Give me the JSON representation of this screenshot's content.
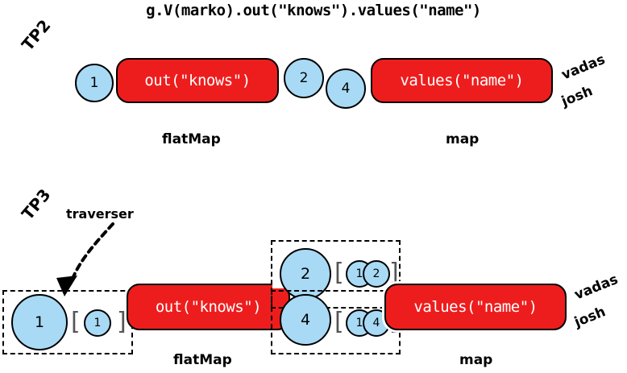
{
  "title": "g.V(marko).out(\"knows\").values(\"name\")",
  "rows": [
    {
      "id": "tp2",
      "version_label": "TP2",
      "steps": [
        {
          "label": "out(\"knows\")",
          "kind_label": "flatMap"
        },
        {
          "label": "values(\"name\")",
          "kind_label": "map"
        }
      ],
      "objects": [
        {
          "value": "1",
          "position": "input"
        },
        {
          "value": "2",
          "position": "between-upper"
        },
        {
          "value": "4",
          "position": "between-lower"
        }
      ],
      "results": [
        "vadas",
        "josh"
      ]
    },
    {
      "id": "tp3",
      "version_label": "TP3",
      "annotation": "traverser",
      "steps": [
        {
          "label": "out(\"knows\")",
          "kind_label": "flatMap"
        },
        {
          "label": "values(\"name\")",
          "kind_label": "map"
        }
      ],
      "traversers": [
        {
          "object": "1",
          "path": [
            "1"
          ],
          "position": "input"
        },
        {
          "object": "2",
          "path": [
            "1",
            "2"
          ],
          "position": "between-upper"
        },
        {
          "object": "4",
          "path": [
            "1",
            "4"
          ],
          "position": "between-lower"
        }
      ],
      "results": [
        "vadas",
        "josh"
      ]
    }
  ],
  "brackets": {
    "open": "[",
    "close": "]"
  },
  "colors": {
    "step_fill": "#ee1d1d",
    "object_fill": "#a8daf5",
    "stroke": "#000000",
    "step_text": "#ffffff",
    "bracket": "#555555",
    "background": "#ffffff"
  }
}
